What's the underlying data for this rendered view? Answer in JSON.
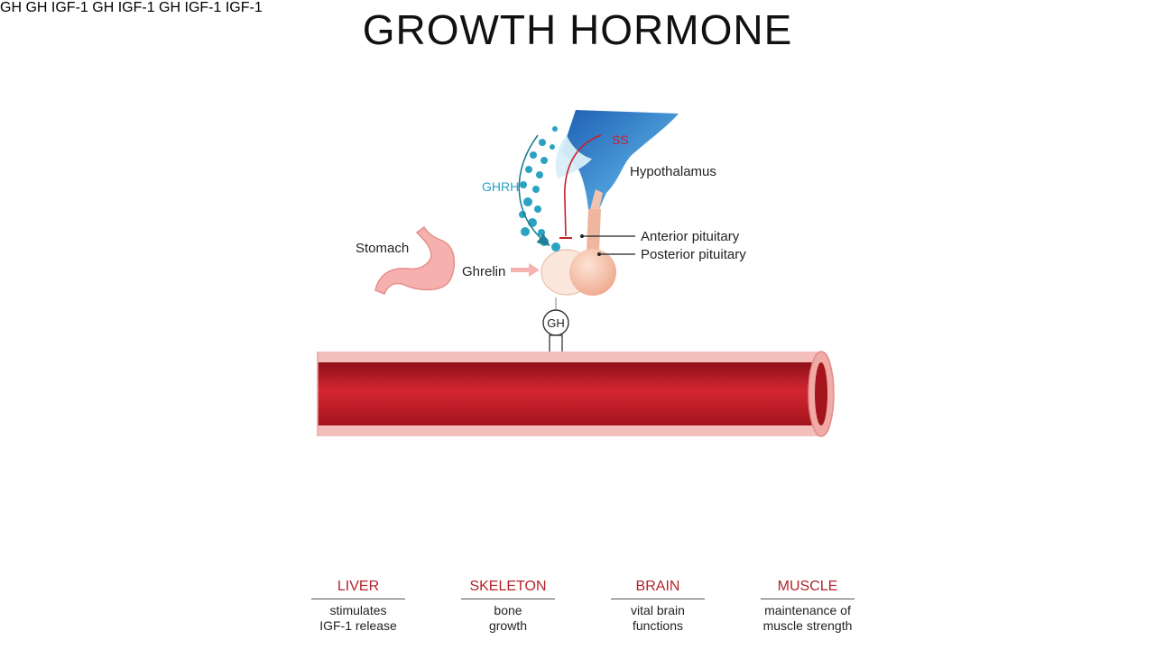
{
  "title": "GROWTH HORMONE",
  "labels": {
    "hypothalamus": "Hypothalamus",
    "anterior_pituitary": "Anterior pituitary",
    "posterior_pituitary": "Posterior pituitary",
    "stomach": "Stomach",
    "ghrelin": "Ghrelin",
    "ghrh": "GHRH",
    "ss": "SS",
    "gh": "GH",
    "igf1": "IGF-1"
  },
  "targets": [
    {
      "name": "LIVER",
      "desc": "stimulates\nIGF-1 release"
    },
    {
      "name": "SKELETON",
      "desc": "bone\ngrowth"
    },
    {
      "name": "BRAIN",
      "desc": "vital brain\nfunctions"
    },
    {
      "name": "MUSCLE",
      "desc": "maintenance of\nmuscle strength"
    }
  ],
  "colors": {
    "title": "#111111",
    "vessel": "#c8202b",
    "vessel_outer": "#f4b8b4",
    "igf1": "#f2b933",
    "ghrh": "#2a9fb8",
    "ss": "#c8202b",
    "target_name": "#b3232a",
    "liver": "#a9412b",
    "hypothalamus": "#2e7fd6"
  }
}
